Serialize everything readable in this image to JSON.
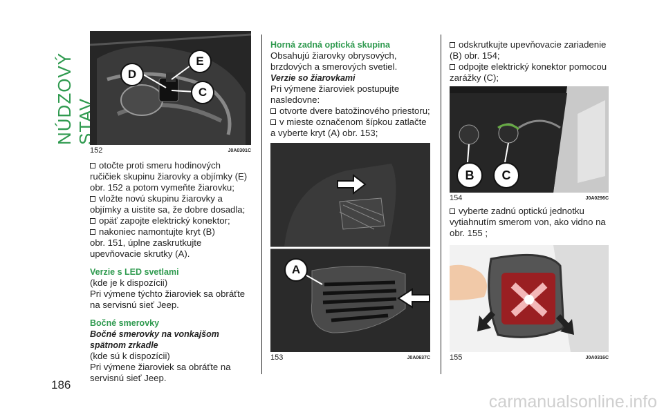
{
  "page": {
    "section_tab": "NÚDZOVÝ STAV",
    "page_number": "186",
    "watermark": "carmanualsonline.info"
  },
  "col1": {
    "bullets_a": [
      "otočte proti smeru hodinových ručičiek skupinu žiarovky a objímky (E) obr. 152 a potom vymeňte žiarovku;",
      "vložte novú skupinu žiarovky a objímky a uistite sa, že dobre dosadla;",
      "opäť zapojte elektrický konektor;",
      "nakoniec namontujte kryt (B)"
    ],
    "continuation": "obr. 151, úplne zaskrutkujte upevňovacie skrutky (A).",
    "led_heading": "Verzie s LED svetlami",
    "led_note": "(kde je k dispozícii)",
    "led_text": "Pri výmene týchto žiaroviek sa obráťte na servisnú sieť Jeep.",
    "side_heading": "Bočné smerovky",
    "side_sub": "Bočné smerovky na vonkajšom spätnom zrkadle",
    "side_note": "(kde sú k dispozícii)",
    "side_text": "Pri výmene žiaroviek sa obráťte na servisnú sieť Jeep."
  },
  "col2": {
    "heading": "Horná zadná optická skupina",
    "intro": "Obsahujú žiarovky obrysových, brzdových a smerových svetiel.",
    "sub": "Verzie so žiarovkami",
    "text": "Pri výmene žiaroviek postupujte nasledovne:",
    "bullets": [
      "otvorte dvere batožinového priestoru;",
      "v mieste označenom šípkou zatlačte a vyberte kryt (A) obr. 153;"
    ]
  },
  "col3": {
    "bullets_a": [
      "odskrutkujte upevňovacie zariadenie (B) obr. 154;",
      "odpojte elektrický konektor pomocou zarážky (C);"
    ],
    "bullets_b": [
      "vyberte zadnú optickú jednotku vytiahnutím smerom von, ako vidno na obr. 155 ;"
    ]
  },
  "figures": {
    "f152": {
      "number": "152",
      "code": "J0A0301C",
      "labels": [
        "D",
        "E",
        "C"
      ]
    },
    "f153": {
      "number": "153",
      "code": "J0A0637C",
      "labels": [
        "A"
      ]
    },
    "f154": {
      "number": "154",
      "code": "J0A0296C",
      "labels": [
        "B",
        "C"
      ]
    },
    "f155": {
      "number": "155",
      "code": "J0A0316C"
    }
  },
  "colors": {
    "accent": "#2f9a4f"
  }
}
